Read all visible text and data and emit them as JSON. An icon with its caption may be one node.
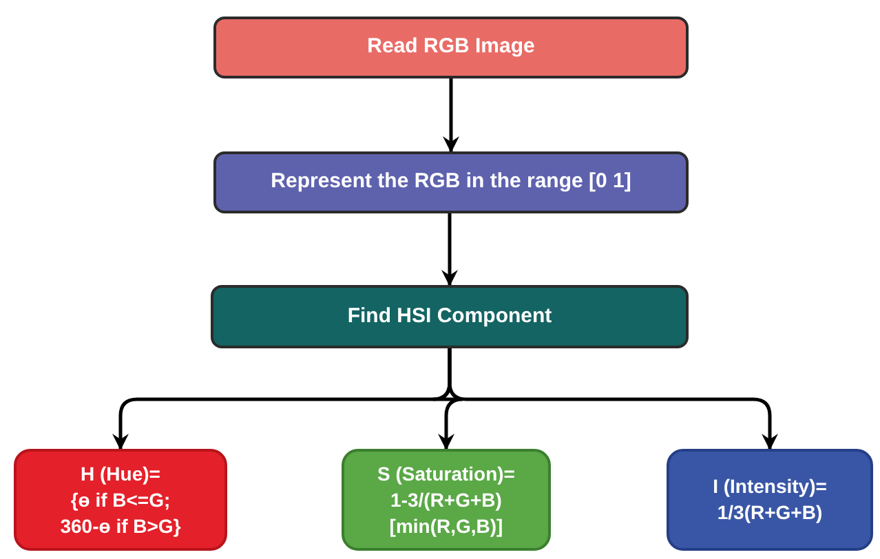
{
  "diagram": {
    "nodes": [
      {
        "text": [
          "Read RGB Image"
        ]
      },
      {
        "text": [
          "Represent the RGB in the range [0 1]"
        ]
      },
      {
        "text": [
          "Find HSI Component"
        ]
      },
      {
        "text": [
          "H (Hue)=",
          "{ɵ if B<=G; 360-ɵ if B>G}"
        ]
      },
      {
        "text": [
          "S (Saturation)=",
          "1-3/(R+G+B) [min(R,G,B)]"
        ]
      },
      {
        "text": [
          "I (Intensity)=",
          "1/3(R+G+B)"
        ]
      }
    ],
    "edges": [
      {
        "from": 0,
        "to": 1,
        "arrow": "to"
      },
      {
        "from": 1,
        "to": 2,
        "arrow": "to"
      },
      {
        "from": 2,
        "to": 3,
        "arrow": "to"
      },
      {
        "from": 2,
        "to": 4,
        "arrow": "to"
      },
      {
        "from": 2,
        "to": 5,
        "arrow": "to"
      }
    ]
  }
}
